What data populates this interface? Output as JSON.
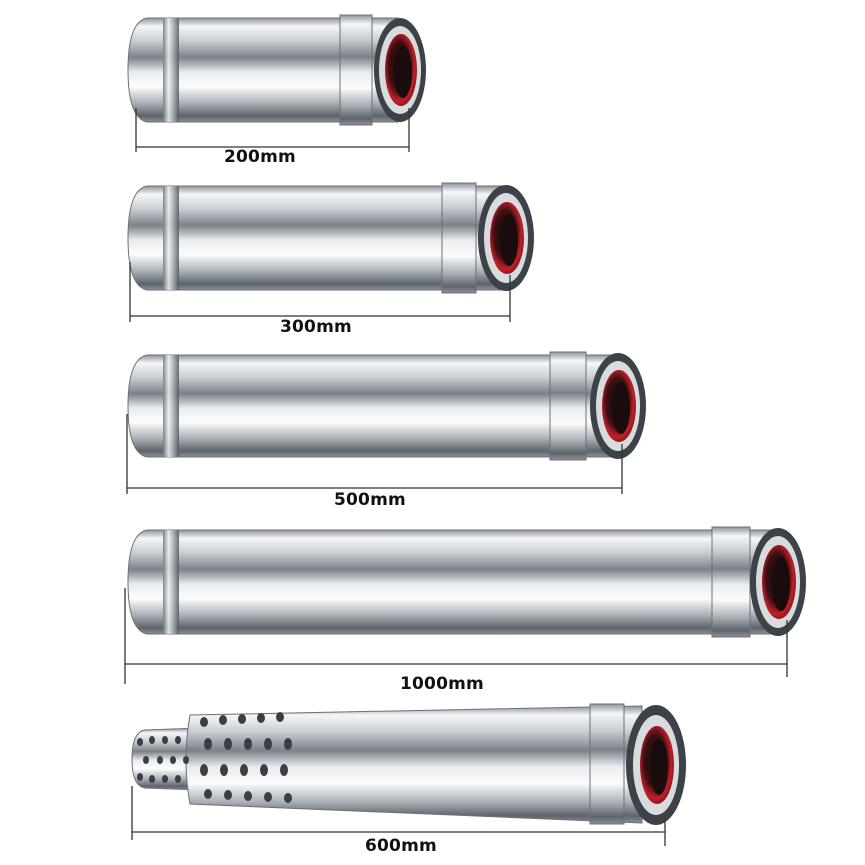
{
  "image": {
    "subject": "stainless steel flue extension pipes",
    "colors": {
      "background": "#ffffff",
      "steel_light": "#f2f4f6",
      "steel_mid": "#b8bec4",
      "steel_dark": "#5f666d",
      "inner_liner": "#c0202a",
      "dimension_line": "#333333"
    }
  },
  "pipes": [
    {
      "label": "200mm"
    },
    {
      "label": "300mm"
    },
    {
      "label": "500mm"
    },
    {
      "label": "1000mm"
    },
    {
      "label": "600mm"
    }
  ]
}
